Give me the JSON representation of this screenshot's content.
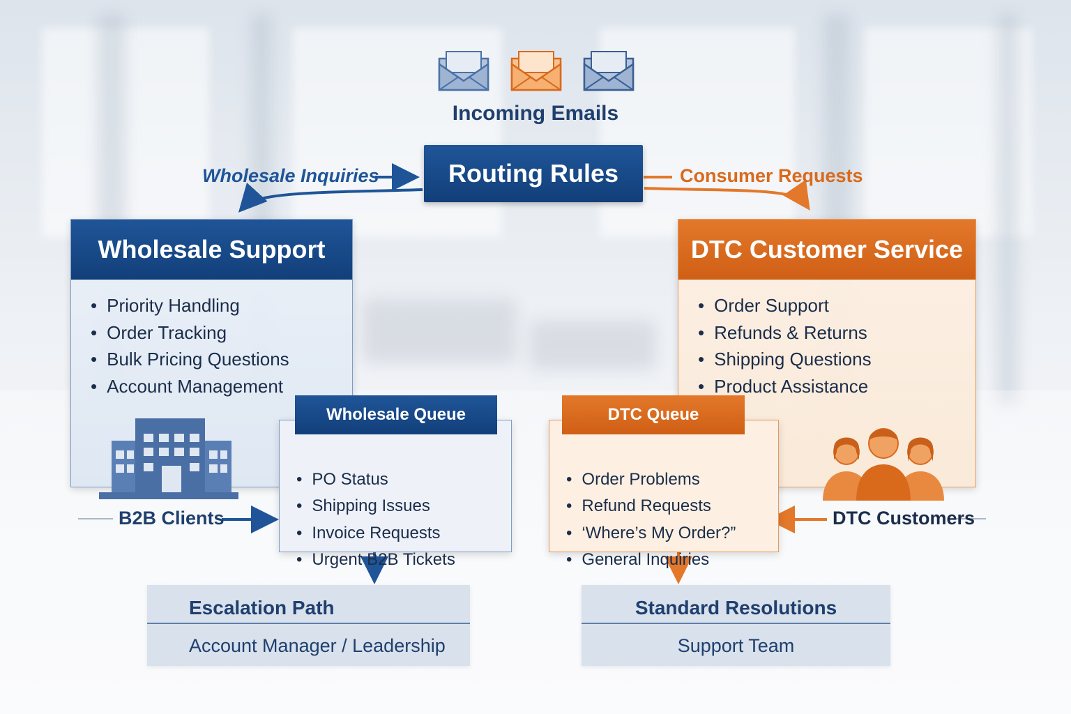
{
  "colors": {
    "wholesale_blue": "#1f5598",
    "dtc_orange": "#e3782a",
    "text_dark": "#1b2d4a"
  },
  "icons": {
    "incoming": [
      "envelope-icon",
      "envelope-icon",
      "envelope-icon"
    ],
    "b2b": "building-icon",
    "dtc": "people-icon"
  },
  "incoming_title": "Incoming Emails",
  "routing": {
    "title": "Routing Rules",
    "left_label": "Wholesale Inquiries",
    "right_label": "Consumer Requests"
  },
  "wholesale_support": {
    "title": "Wholesale Support",
    "items": [
      "Priority Handling",
      "Order Tracking",
      "Bulk Pricing Questions",
      "Account Management"
    ]
  },
  "dtc_service": {
    "title": "DTC Customer Service",
    "items": [
      "Order Support",
      "Refunds & Returns",
      "Shipping Questions",
      "Product Assistance"
    ]
  },
  "wholesale_queue": {
    "title": "Wholesale Queue",
    "items": [
      "PO Status",
      "Shipping Issues",
      "Invoice Requests",
      "Urgent B2B Tickets"
    ]
  },
  "dtc_queue": {
    "title": "DTC Queue",
    "items": [
      "Order Problems",
      "Refund Requests",
      "‘Where’s My Order?”",
      "General Inquiries"
    ]
  },
  "b2b_clients": "B2B Clients",
  "dtc_customers": "DTC Customers",
  "escalation": {
    "title": "Escalation Path",
    "subtitle": "Account Manager / Leadership"
  },
  "standard": {
    "title": "Standard Resolutions",
    "subtitle": "Support Team"
  }
}
